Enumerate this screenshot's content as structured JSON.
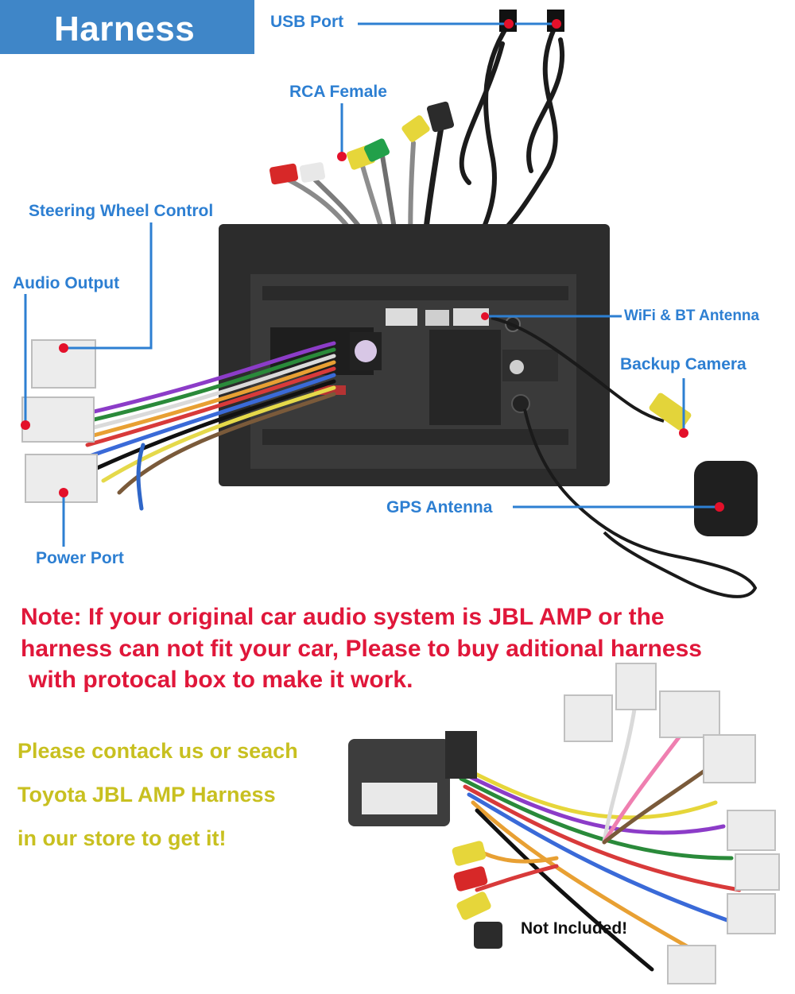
{
  "header": {
    "title": "Harness"
  },
  "callouts": {
    "usb_port": "USB Port",
    "rca_female": "RCA Female",
    "steering_wheel_control": "Steering Wheel Control",
    "audio_output": "Audio Output",
    "wifi_bt_antenna": "WiFi & BT Antenna",
    "backup_camera": "Backup Camera",
    "gps_antenna": "GPS Antenna",
    "power_port": "Power Port"
  },
  "note": {
    "line1": "Note: If your original car audio system is JBL AMP or the",
    "line2": "harness can not fit your car, Please to buy aditional harness",
    "line3": "with protocal box to make it work."
  },
  "contact": {
    "line1": "Please contack us or seach",
    "line2": "Toyota JBL AMP Harness",
    "line3": "in our store to get it!"
  },
  "badge": {
    "not_included": "Not Included!"
  },
  "colors": {
    "accent": "#3f86c8",
    "callout_text": "#2d7fd2",
    "marker": "#e3102a",
    "note": "#e0173a",
    "contact": "#c8c020"
  }
}
